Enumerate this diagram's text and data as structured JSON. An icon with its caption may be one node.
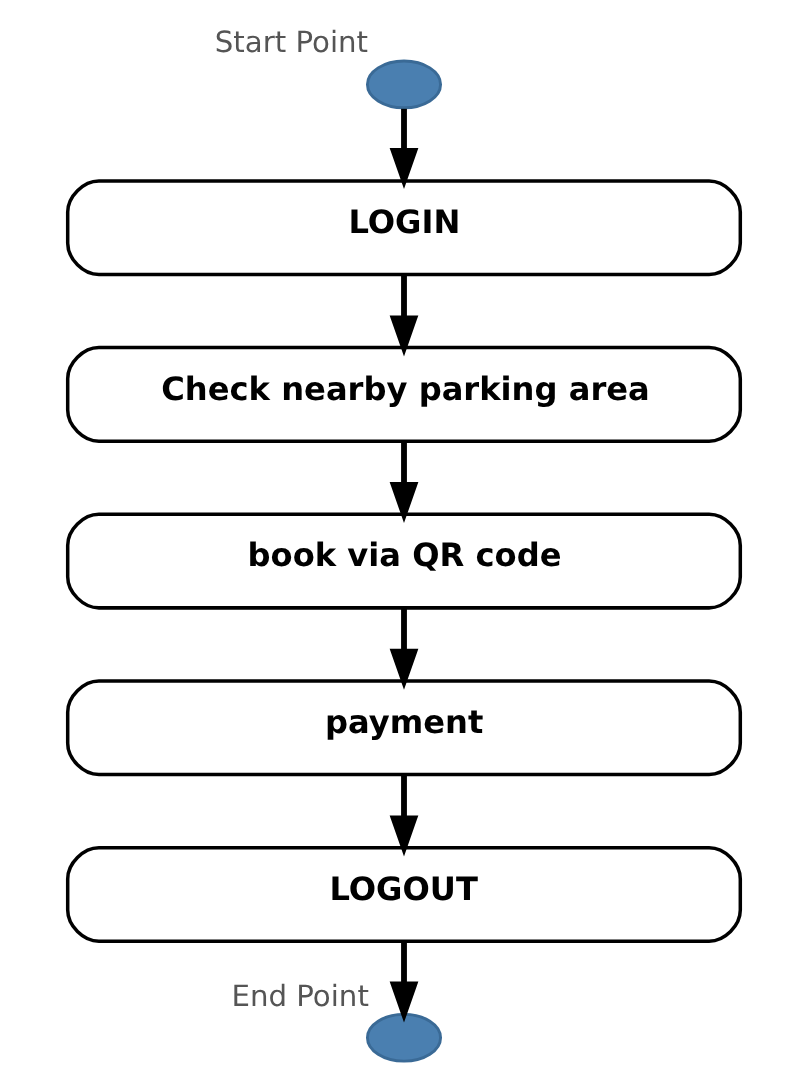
{
  "diagram": {
    "nodes": [
      {
        "text": [],
        "shape": "circle",
        "beside": [
          "Start Point"
        ]
      },
      {
        "text": [
          "LOGIN"
        ]
      },
      {
        "text": [
          "Check nearby parking area"
        ]
      },
      {
        "text": [
          "book via QR code"
        ]
      },
      {
        "text": [
          "payment"
        ]
      },
      {
        "text": [
          "LOGOUT"
        ]
      },
      {
        "text": [],
        "shape": "circle",
        "beside": [
          "End Point"
        ]
      }
    ],
    "edges": [
      {
        "from": 0,
        "to": 1,
        "arrow": "to"
      },
      {
        "from": 1,
        "to": 2,
        "arrow": "to"
      },
      {
        "from": 2,
        "to": 3,
        "arrow": "to"
      },
      {
        "from": 3,
        "to": 4,
        "arrow": "to"
      },
      {
        "from": 4,
        "to": 5,
        "arrow": "to"
      },
      {
        "from": 5,
        "to": 6,
        "arrow": "to"
      }
    ]
  }
}
